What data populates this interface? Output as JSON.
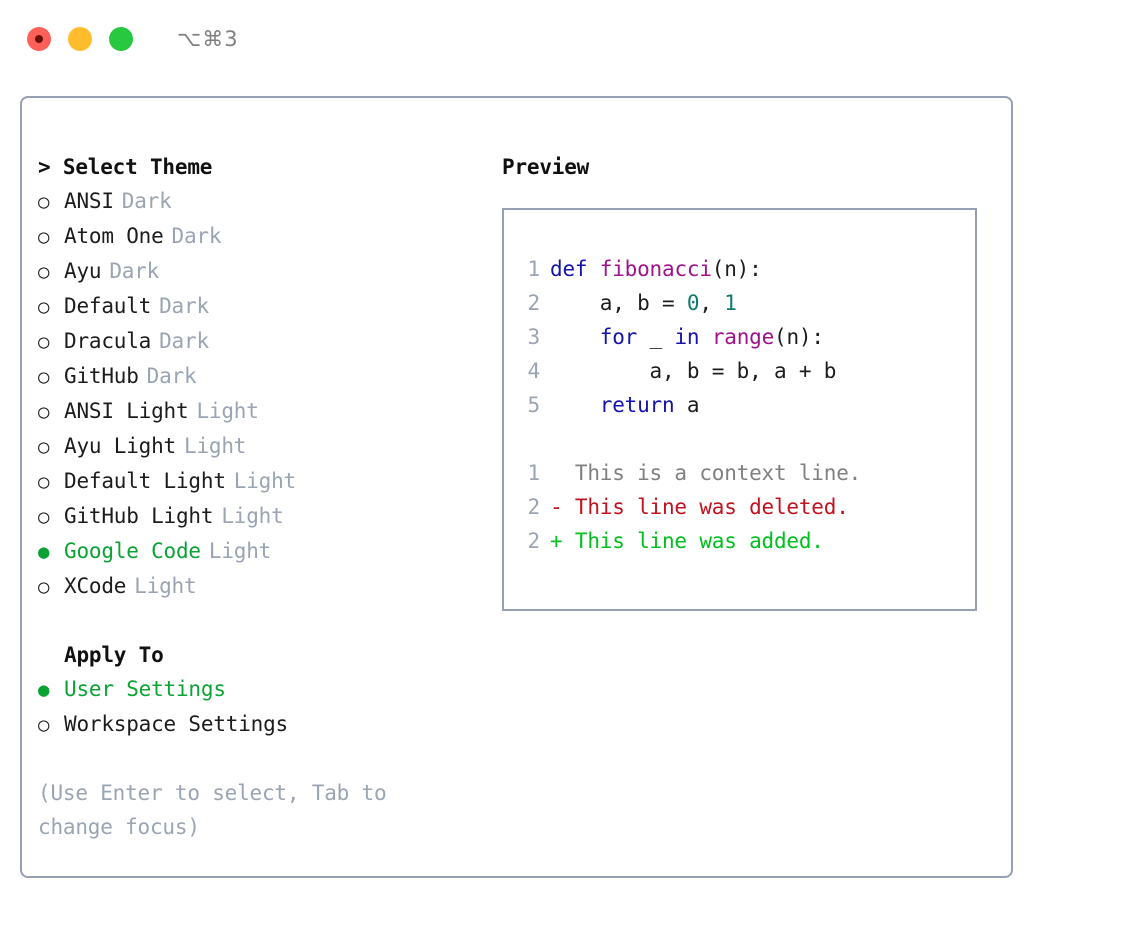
{
  "titlebar": {
    "shortcut": "⌥⌘3",
    "buttons": [
      {
        "name": "close",
        "color": "#ff6058"
      },
      {
        "name": "minimize",
        "color": "#ffbd2e"
      },
      {
        "name": "maximize",
        "color": "#28c840"
      }
    ]
  },
  "theme_picker": {
    "heading": "> Select Theme",
    "selected_bullet": "●",
    "unselected_bullet": "○",
    "options": [
      {
        "label": "ANSI",
        "tag": "Dark",
        "selected": false
      },
      {
        "label": "Atom One",
        "tag": "Dark",
        "selected": false
      },
      {
        "label": "Ayu",
        "tag": "Dark",
        "selected": false
      },
      {
        "label": "Default",
        "tag": "Dark",
        "selected": false
      },
      {
        "label": "Dracula",
        "tag": "Dark",
        "selected": false
      },
      {
        "label": "GitHub",
        "tag": "Dark",
        "selected": false
      },
      {
        "label": "ANSI Light",
        "tag": "Light",
        "selected": false
      },
      {
        "label": "Ayu Light",
        "tag": "Light",
        "selected": false
      },
      {
        "label": "Default Light",
        "tag": "Light",
        "selected": false
      },
      {
        "label": "GitHub Light",
        "tag": "Light",
        "selected": false
      },
      {
        "label": "Google Code",
        "tag": "Light",
        "selected": true
      },
      {
        "label": "XCode",
        "tag": "Light",
        "selected": false
      }
    ]
  },
  "apply_to": {
    "heading": "Apply To",
    "options": [
      {
        "label": "User Settings",
        "selected": true
      },
      {
        "label": "Workspace Settings",
        "selected": false
      }
    ]
  },
  "hint": "(Use Enter to select, Tab to change focus)",
  "preview": {
    "heading": "Preview",
    "code_lines": [
      {
        "num": "1",
        "tokens": [
          {
            "t": "def ",
            "k": "kw"
          },
          {
            "t": "fibonacci",
            "k": "fn"
          },
          {
            "t": "(n):",
            "k": "plain"
          }
        ]
      },
      {
        "num": "2",
        "tokens": [
          {
            "t": "    a, b = ",
            "k": "plain"
          },
          {
            "t": "0",
            "k": "num"
          },
          {
            "t": ", ",
            "k": "plain"
          },
          {
            "t": "1",
            "k": "num"
          }
        ]
      },
      {
        "num": "3",
        "tokens": [
          {
            "t": "    ",
            "k": "plain"
          },
          {
            "t": "for",
            "k": "kw"
          },
          {
            "t": " _ ",
            "k": "plain"
          },
          {
            "t": "in",
            "k": "kw"
          },
          {
            "t": " ",
            "k": "plain"
          },
          {
            "t": "range",
            "k": "fn"
          },
          {
            "t": "(n):",
            "k": "plain"
          }
        ]
      },
      {
        "num": "4",
        "tokens": [
          {
            "t": "        a, b = b, a + b",
            "k": "plain"
          }
        ]
      },
      {
        "num": "5",
        "tokens": [
          {
            "t": "    ",
            "k": "plain"
          },
          {
            "t": "return",
            "k": "kw"
          },
          {
            "t": " a",
            "k": "plain"
          }
        ]
      }
    ],
    "diff_lines": [
      {
        "num": "1",
        "marker": "  ",
        "text": "This is a context line.",
        "kind": "ctx"
      },
      {
        "num": "2",
        "marker": "- ",
        "text": "This line was deleted.",
        "kind": "del"
      },
      {
        "num": "2",
        "marker": "+ ",
        "text": "This line was added.",
        "kind": "add"
      }
    ]
  },
  "colors": {
    "accent_green": "#0ba334",
    "muted": "#9aa4b2",
    "border": "#96a0b0",
    "keyword": "#1414a8",
    "function": "#a0128c",
    "number": "#0e7a6e",
    "diff_context": "#808080",
    "diff_deleted": "#c1121f",
    "diff_added": "#00bf1f"
  }
}
